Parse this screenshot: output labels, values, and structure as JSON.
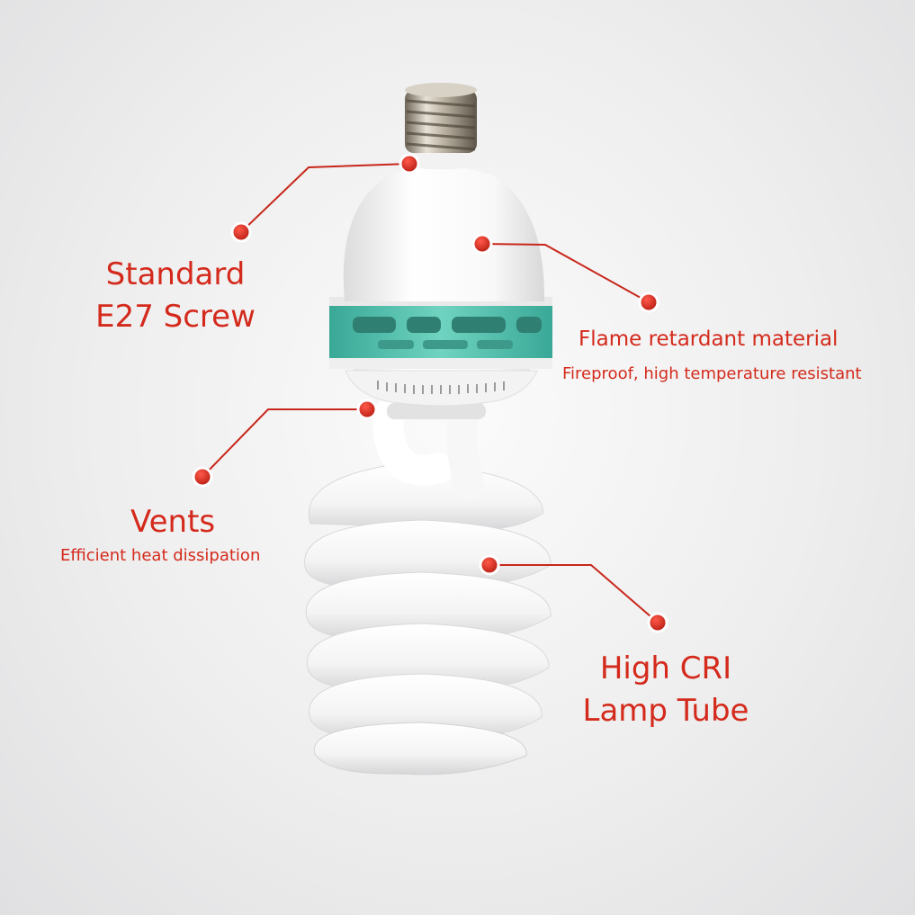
{
  "labels": {
    "screw": {
      "line1": "Standard",
      "line2": "E27 Screw"
    },
    "flame": {
      "title": "Flame retardant material",
      "subtitle": "Fireproof, high temperature resistant"
    },
    "vents": {
      "title": "Vents",
      "subtitle": "Efficient heat dissipation"
    },
    "tube": {
      "line1": "High CRI",
      "line2": "Lamp Tube"
    }
  },
  "colors": {
    "accent": "#d42a1c",
    "base_band": "#5fc8b4",
    "background": "#ececec"
  }
}
